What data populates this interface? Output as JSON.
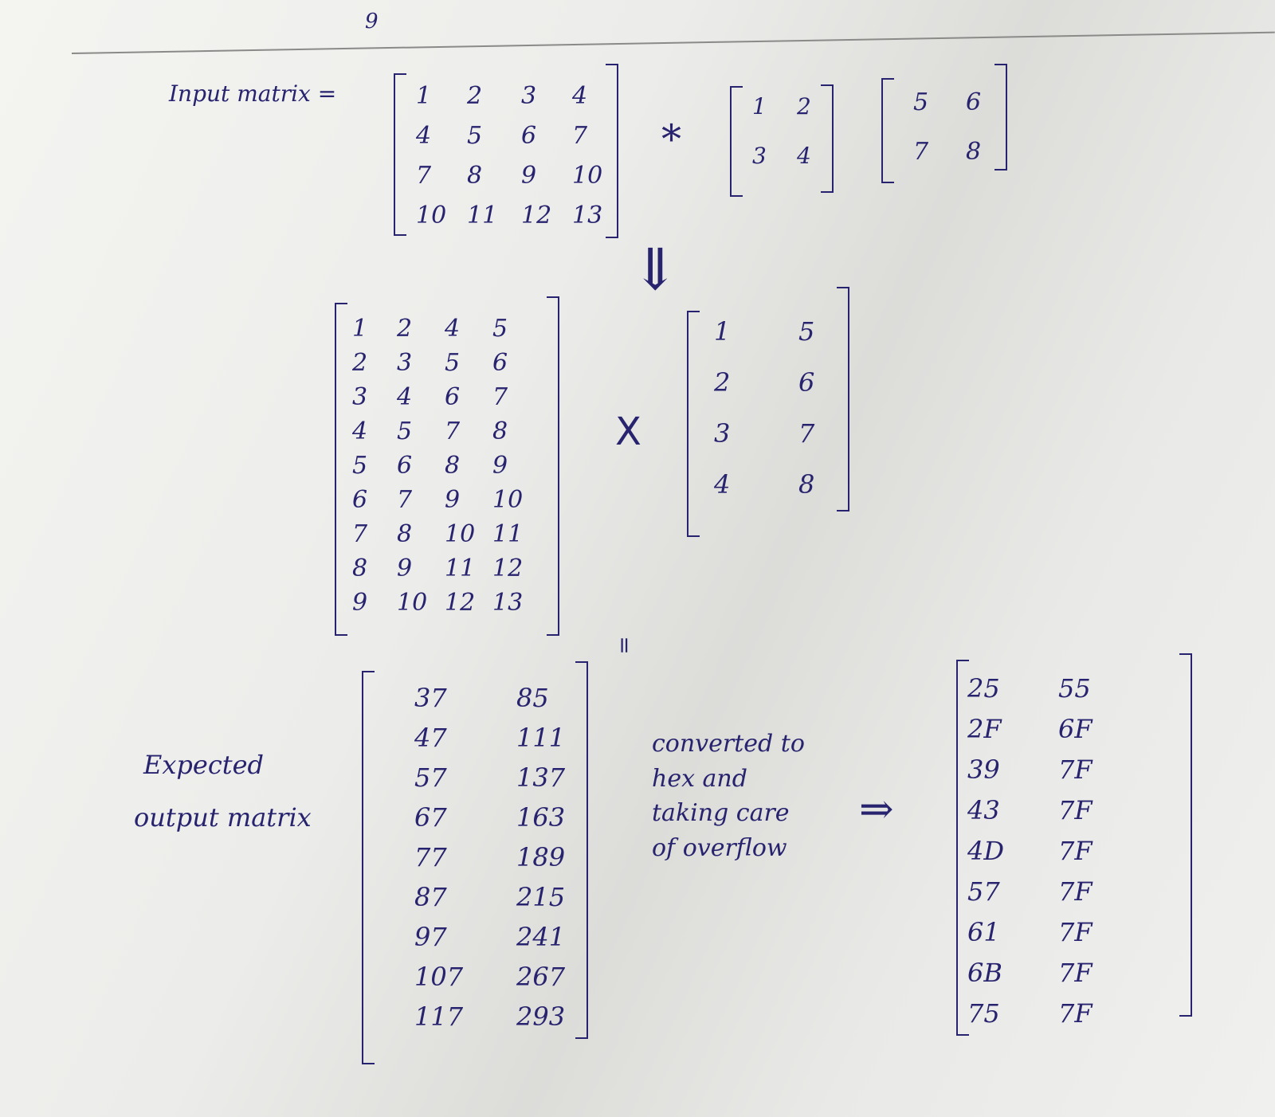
{
  "page": {
    "top_fragment": "9",
    "input_label": "Input matrix =",
    "op_star": "*",
    "op_times": "X",
    "equals_arrow": "⇓",
    "equals_mark": "=",
    "expected_label_line1": "Expected",
    "expected_label_line2": "output matrix",
    "note_lines": [
      "converted to",
      "hex and",
      "taking care",
      "of overflow"
    ],
    "implies_arrow": "⇒"
  },
  "matrices": {
    "input": [
      [
        "1",
        "2",
        "3",
        "4"
      ],
      [
        "4",
        "5",
        "6",
        "7"
      ],
      [
        "7",
        "8",
        "9",
        "10"
      ],
      [
        "10",
        "11",
        "12",
        "13"
      ]
    ],
    "kernel_a": [
      [
        "1",
        "2"
      ],
      [
        "3",
        "4"
      ]
    ],
    "kernel_b": [
      [
        "5",
        "6"
      ],
      [
        "7",
        "8"
      ]
    ],
    "unrolled": [
      [
        "1",
        "2",
        "4",
        "5"
      ],
      [
        "2",
        "3",
        "5",
        "6"
      ],
      [
        "3",
        "4",
        "6",
        "7"
      ],
      [
        "4",
        "5",
        "7",
        "8"
      ],
      [
        "5",
        "6",
        "8",
        "9"
      ],
      [
        "6",
        "7",
        "9",
        "10"
      ],
      [
        "7",
        "8",
        "10",
        "11"
      ],
      [
        "8",
        "9",
        "11",
        "12"
      ],
      [
        "9",
        "10",
        "12",
        "13"
      ]
    ],
    "kernel_cols": [
      [
        "1",
        "5"
      ],
      [
        "2",
        "6"
      ],
      [
        "3",
        "7"
      ],
      [
        "4",
        "8"
      ]
    ],
    "expected": [
      [
        "37",
        "85"
      ],
      [
        "47",
        "111"
      ],
      [
        "57",
        "137"
      ],
      [
        "67",
        "163"
      ],
      [
        "77",
        "189"
      ],
      [
        "87",
        "215"
      ],
      [
        "97",
        "241"
      ],
      [
        "107",
        "267"
      ],
      [
        "117",
        "293"
      ]
    ],
    "hex": [
      [
        "25",
        "55"
      ],
      [
        "2F",
        "6F"
      ],
      [
        "39",
        "7F"
      ],
      [
        "43",
        "7F"
      ],
      [
        "4D",
        "7F"
      ],
      [
        "57",
        "7F"
      ],
      [
        "61",
        "7F"
      ],
      [
        "6B",
        "7F"
      ],
      [
        "75",
        "7F"
      ]
    ]
  }
}
